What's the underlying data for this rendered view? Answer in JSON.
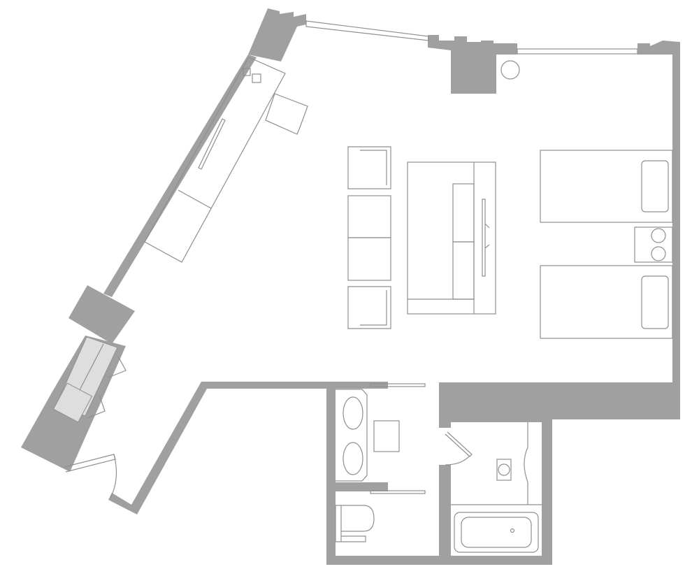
{
  "colors": {
    "wall": "#a0a0a0",
    "line": "#8f8f8f",
    "background": "#ffffff",
    "closet": "#dedede"
  },
  "rooms": [
    "bedroom",
    "vanity",
    "toilet",
    "bathroom",
    "entry"
  ]
}
